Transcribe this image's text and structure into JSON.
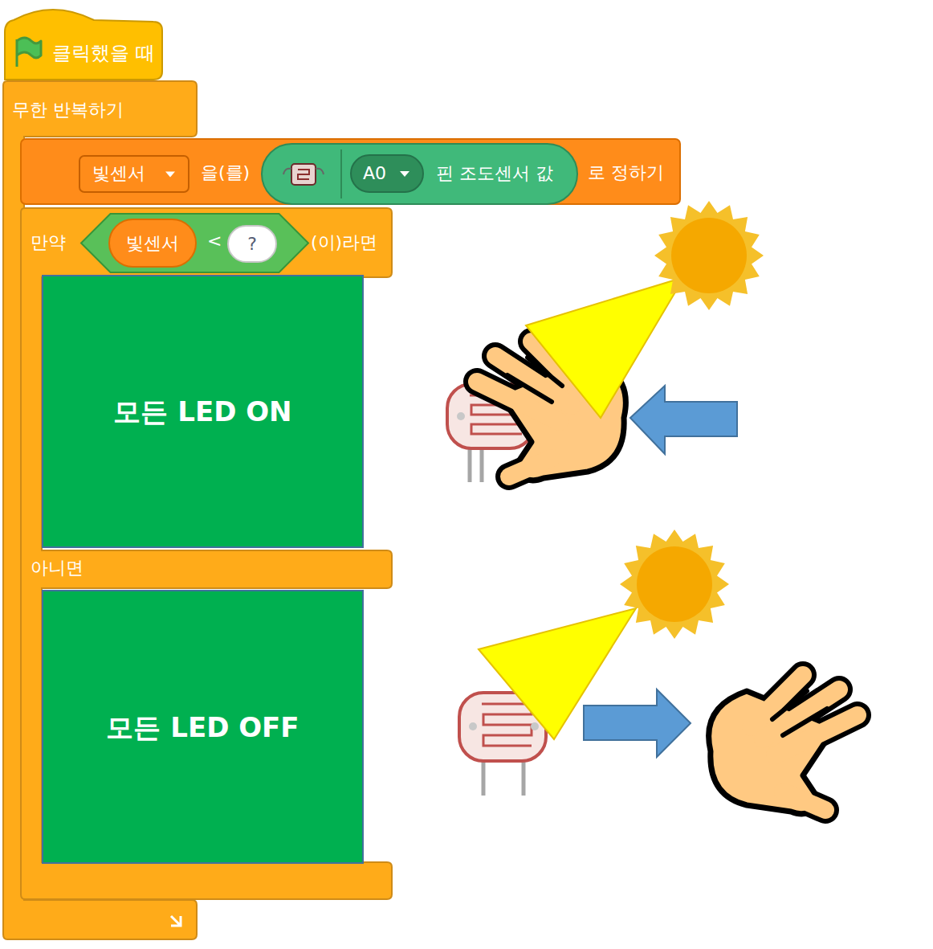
{
  "diagram": {
    "nodes": [
      {
        "text": [
          "클릭했을 때"
        ]
      },
      {
        "text": [
          "무한 반복하기"
        ]
      },
      {
        "text": [
          "을(를)",
          "로 정하기"
        ],
        "in": 1
      },
      {
        "text": [
          "빛센서"
        ],
        "in": 2
      },
      {
        "text": [
          "핀 조도센서 값"
        ],
        "in": 2
      },
      {
        "text": [
          "A0"
        ],
        "in": 4
      },
      {
        "text": [
          "만약",
          "(이)라면",
          "아니면"
        ],
        "in": 1
      },
      {
        "text": [
          "<"
        ],
        "in": 6
      },
      {
        "text": [
          "빛센서"
        ],
        "in": 7
      },
      {
        "text": [
          "?"
        ],
        "in": 7
      },
      {
        "text": [
          "모든 LED ON"
        ],
        "in": 6
      },
      {
        "text": [
          "모든 LED OFF"
        ],
        "in": 6
      }
    ]
  }
}
